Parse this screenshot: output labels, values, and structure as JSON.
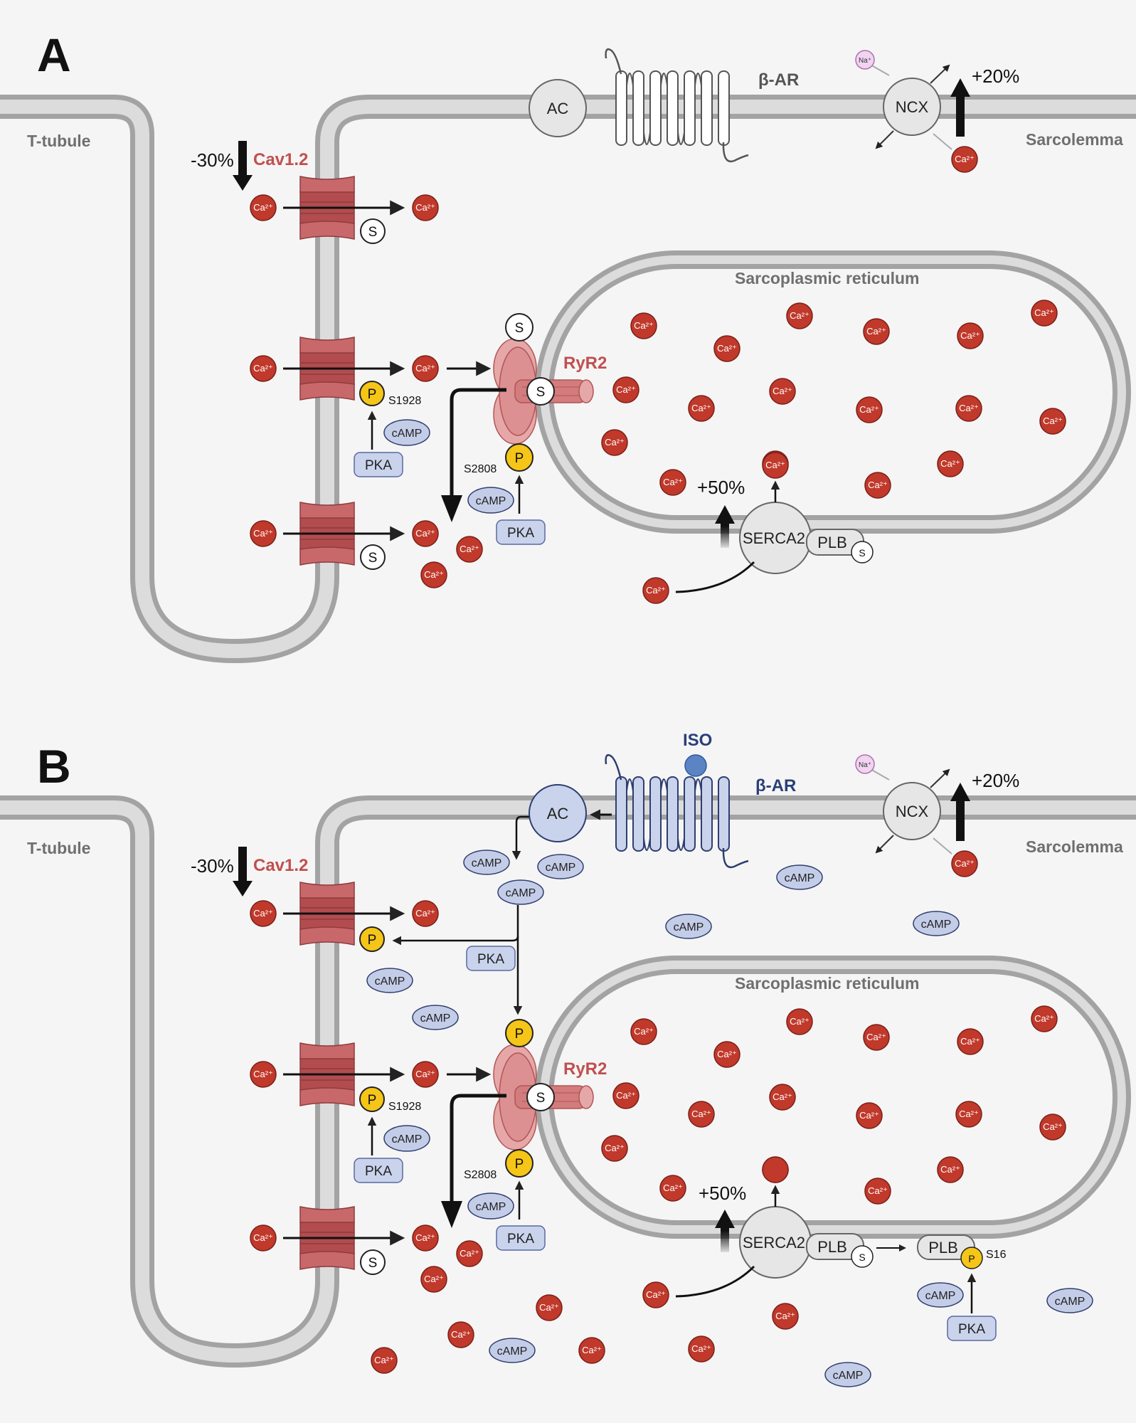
{
  "panels": [
    {
      "letter": "A",
      "t_tubule": "T-tubule",
      "sarcolemma": "Sarcolemma",
      "sr": "Sarcoplasmic reticulum",
      "cav": "Cav1.2",
      "cav_pct": "-30%",
      "ryr": "RyR2",
      "ncx": "NCX",
      "ncx_pct": "+20%",
      "serca": "SERCA2",
      "serca_pct": "+50%",
      "plb": "PLB",
      "ac": "AC",
      "bar": "β-AR",
      "s1928": "S1928",
      "s2808": "S2808",
      "pka": "PKA",
      "camp": "cAMP",
      "ca": "Ca²⁺",
      "na": "Na⁺",
      "s": "S",
      "p": "P"
    },
    {
      "letter": "B",
      "t_tubule": "T-tubule",
      "sarcolemma": "Sarcolemma",
      "sr": "Sarcoplasmic reticulum",
      "cav": "Cav1.2",
      "cav_pct": "-30%",
      "ryr": "RyR2",
      "ncx": "NCX",
      "ncx_pct": "+20%",
      "serca": "SERCA2",
      "serca_pct": "+50%",
      "plb": "PLB",
      "plb2": "PLB",
      "s16": "S16",
      "ac": "AC",
      "bar": "β-AR",
      "iso": "ISO",
      "s1928": "S1928",
      "s2808": "S2808",
      "pka": "PKA",
      "camp": "cAMP",
      "ca": "Ca²⁺",
      "na": "Na⁺",
      "s": "S",
      "p": "P"
    }
  ],
  "colors": {
    "membrane": "#9a9a9a",
    "membrane_inner": "#dcdcdc",
    "channel": "#c0504f",
    "calcium": "#c0392b",
    "phospho": "#f5c518",
    "pka_fill": "#c9d3ec",
    "camp_fill": "#c4cde8",
    "iso": "#5a84c4"
  },
  "icons": {
    "calcium": "red-ion-circle",
    "serine": "white-circle-s",
    "phosphate": "yellow-circle-p",
    "receptor": "seven-helix-receptor-icon"
  }
}
